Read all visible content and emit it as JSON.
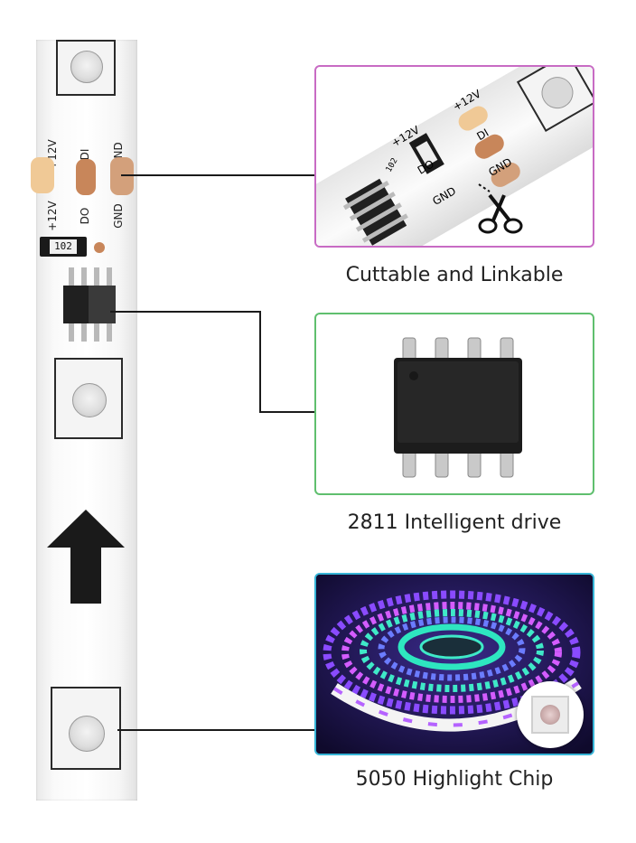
{
  "strip": {
    "labels_top": [
      "+12V",
      "DI",
      "GND"
    ],
    "labels_bottom": [
      "+12V",
      "DO",
      "GND"
    ],
    "resistor_code": "102"
  },
  "panels": [
    {
      "caption": "Cuttable and Linkable",
      "border_color": "#c86bc4",
      "inset_labels": {
        "v12_top": "+12V",
        "v12_left": "+12V",
        "di": "DI",
        "do": "DO",
        "gnd_right": "GND",
        "gnd_left": "GND",
        "resistor": "102"
      }
    },
    {
      "caption": "2811 Intelligent drive",
      "border_color": "#5fbf6e"
    },
    {
      "caption": "5050 Highlight Chip",
      "border_color": "#36b4d6"
    }
  ],
  "icons": [
    "scissors-icon",
    "arrow-up-icon"
  ],
  "colors": {
    "pad_gold": "#f0c996",
    "pad_copper": "#c8865a",
    "chip_black": "#1c1c1c",
    "glow_purple": "#7b3cff",
    "glow_teal": "#2ee6c0"
  }
}
